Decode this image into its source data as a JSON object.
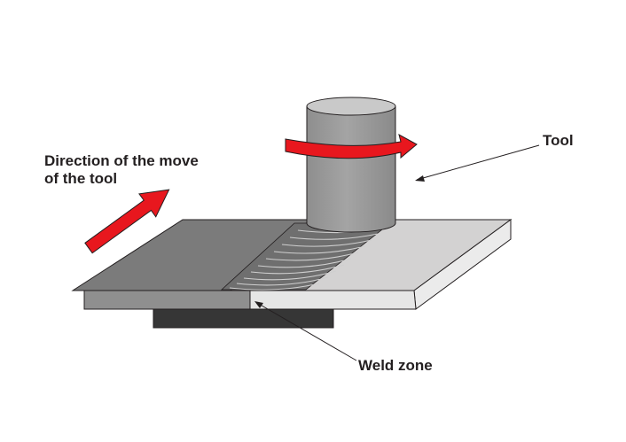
{
  "labels": {
    "tool": "Tool",
    "direction_line1": "Direction of the move",
    "direction_line2": "of the tool",
    "weld_zone": "Weld zone"
  },
  "colors": {
    "arrow_red": "#e8171e",
    "plate_left_top": "#7b7b7b",
    "plate_right_top": "#d3d2d2",
    "tool_body": "#9d9d9d",
    "backing_bar": "#363636",
    "outline": "#231f20"
  },
  "icons": {
    "rotation_arrow": "curved-rotation-arrow",
    "direction_arrow": "straight-arrow"
  }
}
